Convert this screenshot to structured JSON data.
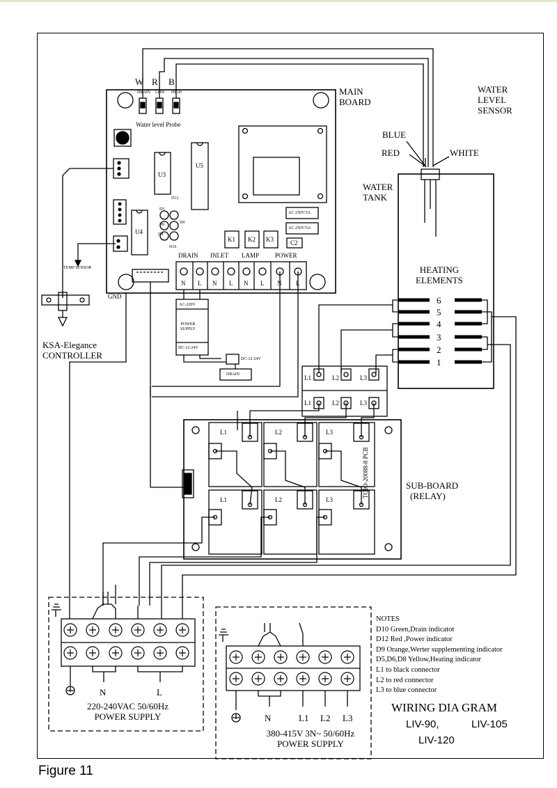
{
  "figure_caption": "Figure 11",
  "labels": {
    "main_board": [
      "MAIN",
      "BOARD"
    ],
    "water_level_sensor": [
      "WATER",
      "LEVEL",
      "SENSOR"
    ],
    "blue": "BLUE",
    "red": "RED",
    "white": "WHITE",
    "water_tank": [
      "WATER",
      "TANK"
    ],
    "heating_elements": [
      "HEATING",
      "ELEMENTS"
    ],
    "probe_wires": [
      "W",
      "R",
      "B"
    ],
    "probe_pins": [
      "DRAIN",
      "LOW",
      "HIGH"
    ],
    "probe_caption": "Water level Probe",
    "u3": "U3",
    "u4": "U4",
    "u5": "U5",
    "k1": "K1",
    "k2": "K2",
    "k3": "K3",
    "c2": "C2",
    "d12": "D12",
    "d5": "D5",
    "d6": "D6",
    "d8": "D8",
    "d9": "D9",
    "d10": "D10",
    "terminal_groups": [
      "DRAIN",
      "INLET",
      "LAMP",
      "POWER"
    ],
    "terminal_letters": [
      "N",
      "L",
      "N",
      "L",
      "N",
      "L",
      "N",
      "L"
    ],
    "gnd": "GND",
    "temp_sensor": "TEMP SENSOR",
    "ksa_controller": [
      "KSA-Elegance",
      "CONTROLLER"
    ],
    "power_supply_box": [
      "AC-220V",
      "POWER",
      "SUPPLY",
      "DC-12-24V"
    ],
    "dc_label": "DC-12-24V",
    "drain": "DRAIN",
    "relay_small_1": "AC 250V/5A",
    "relay_small_2": "AC 250V/5A",
    "element_numbers": [
      "6",
      "5",
      "4",
      "3",
      "2",
      "1"
    ],
    "l_terminals": [
      "L1",
      "L2",
      "L3"
    ],
    "sub_board": [
      "SUB-BOARD",
      "(RELAY)"
    ],
    "sub_board_code": "TOIO-20088-8 PCB",
    "relay_labels": [
      "L1",
      "L2",
      "L3"
    ],
    "ps1_marks": [
      "N",
      "L"
    ],
    "ps1_caption": [
      "220-240VAC 50/60Hz",
      "POWER SUPPLY"
    ],
    "ps2_marks": [
      "N",
      "L1",
      "L2",
      "L3"
    ],
    "ps2_caption": [
      "380-415V 3N~ 50/60Hz",
      "POWER SUPPLY"
    ],
    "wiring_diagram": "WIRING  DIA GRAM",
    "models": [
      "LIV-90,",
      "LIV-105",
      "LIV-120"
    ]
  },
  "notes": [
    "NOTES",
    "D10 Green,Drain indicatot",
    "D12 Red ,Power indicator",
    "D9 Orange,Werter supplementing indicator",
    "D5,D6,D8 Yellow,Heating indicator",
    "L1 to black connector",
    "L2 to red connector",
    "L3 to blue connector"
  ]
}
